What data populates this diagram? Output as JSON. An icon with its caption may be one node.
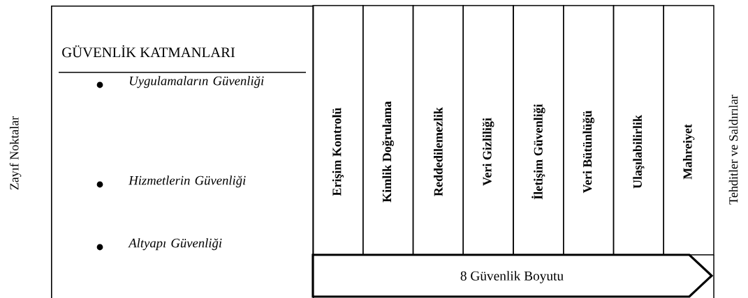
{
  "diagram": {
    "nodes": [
      {
        "text": [
          "GÜVENLİK KATMANLARI",
          "Uygulamaların Güvenliği",
          "Hizmetlerin Güvenliği",
          "Altyapı Güvenliği"
        ]
      },
      {
        "text": [
          "Erişim Kontrolü"
        ]
      },
      {
        "text": [
          "Kimlik Doğrulama"
        ]
      },
      {
        "text": [
          "Reddedilemezlik"
        ]
      },
      {
        "text": [
          "Veri Gizliliği"
        ]
      },
      {
        "text": [
          "İletişim Güvenliği"
        ]
      },
      {
        "text": [
          "Veri Bütünlüğü"
        ]
      },
      {
        "text": [
          "Ulaşılabilirlik"
        ]
      },
      {
        "text": [
          "Mahreiyet"
        ]
      },
      {
        "text": [
          "8 Güvenlik Boyutu"
        ]
      }
    ],
    "labels": [
      "Zayıf Noktalar",
      "Tehditler ve Saldırılar"
    ]
  }
}
